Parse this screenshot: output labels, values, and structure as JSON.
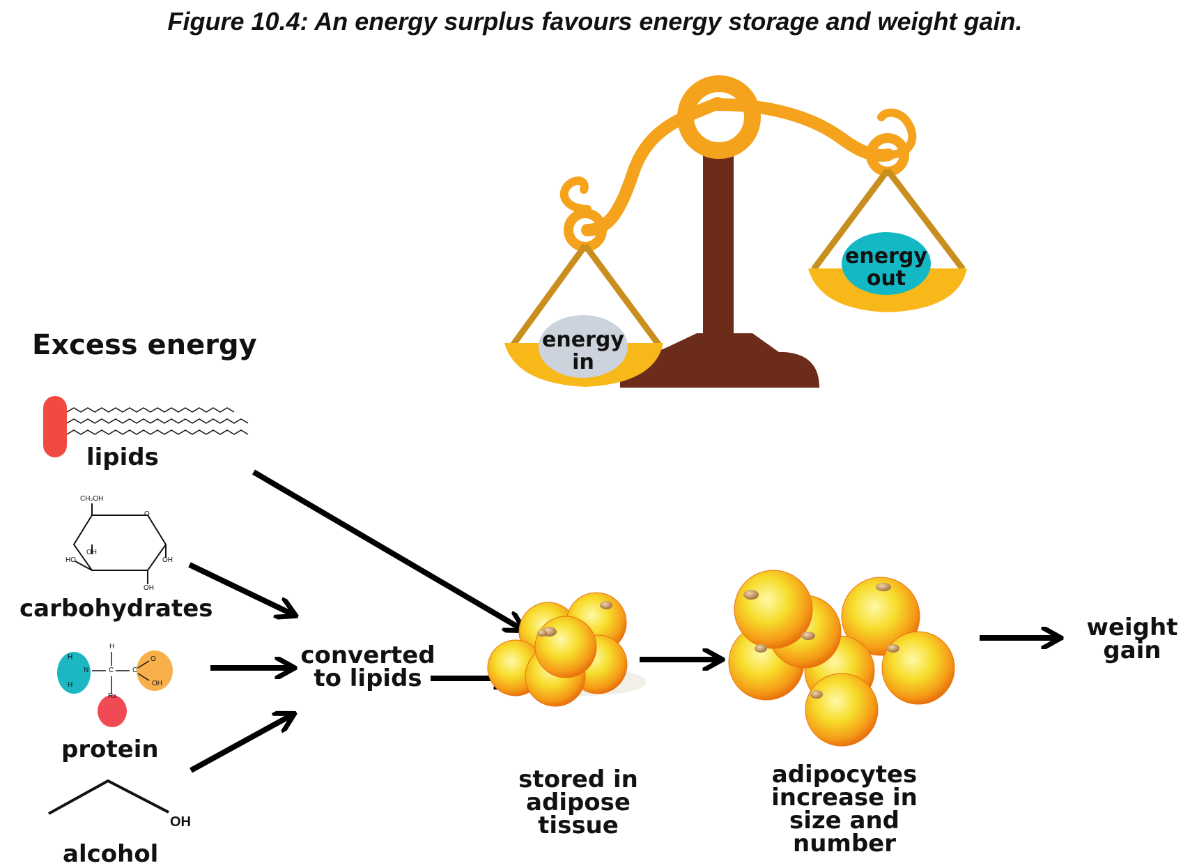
{
  "figure_title": "Figure 10.4: An energy surplus favours energy storage and weight gain.",
  "heading": "Excess energy",
  "sources": {
    "lipids": "lipids",
    "carbohydrates": "carbohydrates",
    "protein": "protein",
    "alcohol": "alcohol"
  },
  "nodes": {
    "converted": "converted to lipids",
    "stored": "stored in adipose tissue",
    "adipocytes": "adipocytes increase in size and number",
    "weight_gain": "weight gain"
  },
  "scale": {
    "left_pan": "energy in",
    "right_pan": "energy out"
  },
  "molecule_labels": {
    "glucose_ch2oh": "CH₂OH",
    "glucose_o": "O",
    "glucose_oh_inner": "OH",
    "glucose_ho": "HO",
    "glucose_oh_right": "OH",
    "glucose_oh_bottom": "OH",
    "amino_h_top": "H",
    "amino_h_n1": "H",
    "amino_n": "N",
    "amino_h_n2": "H",
    "amino_c1": "C",
    "amino_c2": "C",
    "amino_o": "O",
    "amino_oh": "OH",
    "amino_rx": "Rx",
    "ethanol_oh": "OH"
  },
  "colors": {
    "scale_gold": "#f5a21c",
    "scale_cord": "#c98f1e",
    "scale_post": "#6b2c1a",
    "pan_yellow": "#f9b81a",
    "energy_in_disc": "#cdd3dc",
    "energy_out_disc": "#13b8c4",
    "lipid_head": "#f04a42",
    "amino_cyan": "#1bb8c4",
    "amino_orange": "#f8b04a",
    "amino_red": "#f04a55"
  }
}
